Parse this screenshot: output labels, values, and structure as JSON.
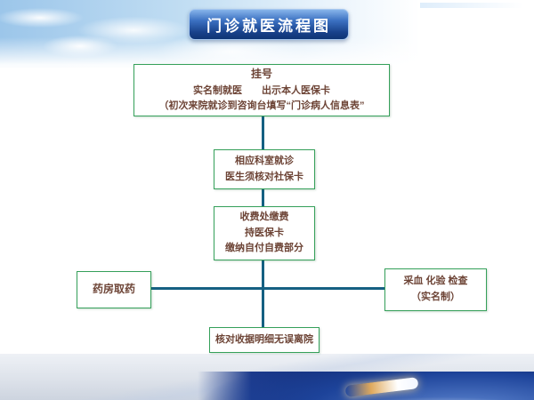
{
  "title": "门诊就医流程图",
  "flow": {
    "register": {
      "line1": "挂号",
      "line2": "实名制就医　　出示本人医保卡",
      "line3": "（初次来院就诊到咨询台填写“门诊病人信息表”"
    },
    "clinic": {
      "line1": "相应科室就诊",
      "line2": "医生须核对社保卡"
    },
    "payment": {
      "line1": "收费处缴费",
      "line2": "持医保卡",
      "line3": "缴纳自付自费部分"
    },
    "pharmacy": {
      "line1": "药房取药"
    },
    "tests": {
      "line1": "采血 化验 检查",
      "line2": "（实名制）"
    },
    "leave": {
      "line1": "核对收据明细无误离院"
    }
  },
  "colors": {
    "title_banner_blue": "#174089",
    "box_border_green": "#35a05a",
    "box_text": "#6d4436",
    "connector": "#156082",
    "earth_blue": "#0a1f63"
  }
}
